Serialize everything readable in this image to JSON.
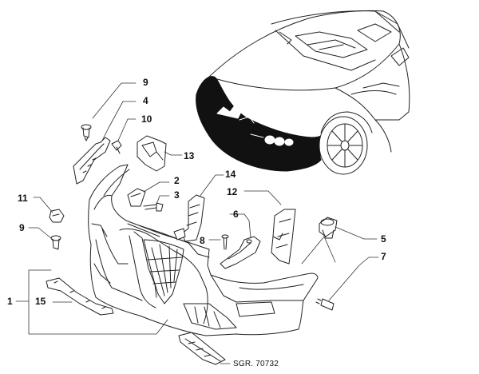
{
  "diagram": {
    "reference": "SGR. 70732",
    "callouts": [
      {
        "id": "9a",
        "label": "9"
      },
      {
        "id": "4",
        "label": "4"
      },
      {
        "id": "10",
        "label": "10"
      },
      {
        "id": "13",
        "label": "13"
      },
      {
        "id": "2",
        "label": "2"
      },
      {
        "id": "14",
        "label": "14"
      },
      {
        "id": "3",
        "label": "3"
      },
      {
        "id": "12",
        "label": "12"
      },
      {
        "id": "11",
        "label": "11"
      },
      {
        "id": "6",
        "label": "6"
      },
      {
        "id": "9b",
        "label": "9"
      },
      {
        "id": "8",
        "label": "8"
      },
      {
        "id": "5",
        "label": "5"
      },
      {
        "id": "7",
        "label": "7"
      },
      {
        "id": "1",
        "label": "1"
      },
      {
        "id": "15",
        "label": "15"
      }
    ]
  }
}
